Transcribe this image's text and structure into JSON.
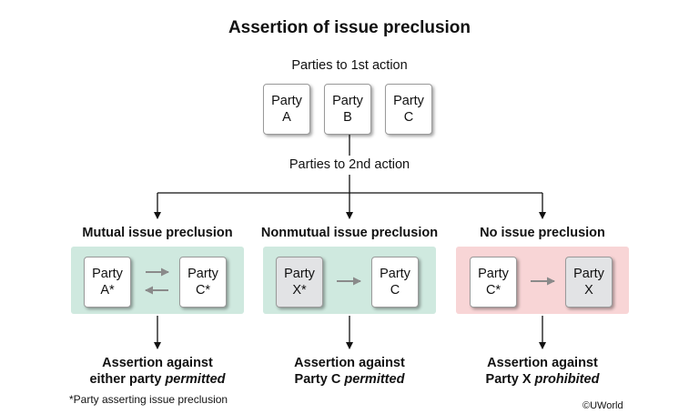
{
  "title": "Assertion of issue preclusion",
  "first_action_label": "Parties to 1st action",
  "second_action_label": "Parties to 2nd action",
  "first_parties": [
    {
      "line1": "Party",
      "line2": "A"
    },
    {
      "line1": "Party",
      "line2": "B"
    },
    {
      "line1": "Party",
      "line2": "C"
    }
  ],
  "scenarios": [
    {
      "heading": "Mutual issue preclusion",
      "left": {
        "line1": "Party",
        "line2": "A*"
      },
      "right": {
        "line1": "Party",
        "line2": "C*"
      },
      "result_line1": "Assertion against",
      "result_line2_plain": "either party ",
      "result_line2_emph": "permitted",
      "panel_color": "#cfe9df"
    },
    {
      "heading": "Nonmutual issue preclusion",
      "left": {
        "line1": "Party",
        "line2": "X*"
      },
      "right": {
        "line1": "Party",
        "line2": "C"
      },
      "result_line1": "Assertion against",
      "result_line2_plain": "Party C ",
      "result_line2_emph": "permitted",
      "panel_color": "#cfe9df"
    },
    {
      "heading": "No issue preclusion",
      "left": {
        "line1": "Party",
        "line2": "C*"
      },
      "right": {
        "line1": "Party",
        "line2": "X"
      },
      "result_line1": "Assertion against",
      "result_line2_plain": "Party X ",
      "result_line2_emph": "prohibited",
      "panel_color": "#f8d5d6"
    }
  ],
  "footnote": "*Party asserting issue preclusion",
  "copyright": "©UWorld"
}
